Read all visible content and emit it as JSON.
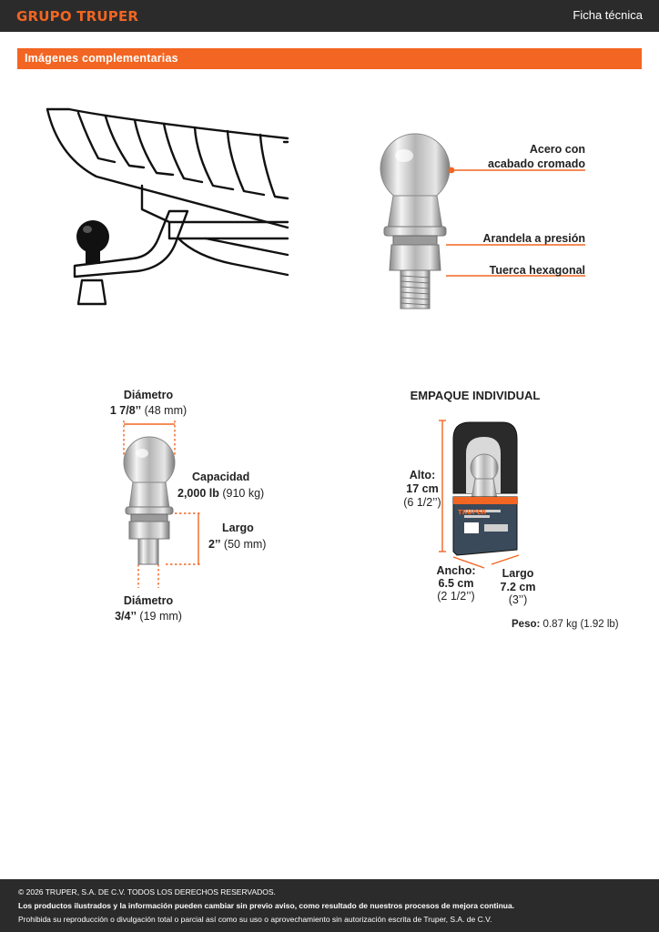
{
  "header": {
    "brand": "GRUPO TRUPER",
    "doc_type": "Ficha técnica"
  },
  "section": {
    "title": "Imágenes complementarias"
  },
  "callouts": {
    "material_line1": "Acero con",
    "material_line2": "acabado cromado",
    "washer": "Arandela a presión",
    "nut": "Tuerca hexagonal"
  },
  "dimensions": {
    "ball_diameter_title": "Diámetro",
    "ball_diameter_value": "1 7/8’’",
    "ball_diameter_metric": "(48 mm)",
    "capacity_title": "Capacidad",
    "capacity_value": "2,000 lb",
    "capacity_metric": "(910 kg)",
    "length_title": "Largo",
    "length_value": "2’’",
    "length_metric": "(50 mm)",
    "shank_diameter_title": "Diámetro",
    "shank_diameter_value": "3/4’’",
    "shank_diameter_metric": "(19 mm)"
  },
  "package": {
    "title": "EMPAQUE INDIVIDUAL",
    "height_title": "Alto:",
    "height_value": "17 cm",
    "height_imperial": "(6 1/2’’)",
    "width_title": "Ancho:",
    "width_value": "6.5 cm",
    "width_imperial": "(2 1/2’’)",
    "length_title": "Largo",
    "length_value": "7.2 cm",
    "length_imperial": "(3’’)",
    "weight_title": "Peso:",
    "weight_value": "0.87 kg (1.92 lb)",
    "box_brand": "TRUPER"
  },
  "footer": {
    "copyright": "© 2026 TRUPER, S.A. DE C.V. TODOS LOS DERECHOS RESERVADOS.",
    "notice": "Los productos ilustrados y la información pueden cambiar sin previo aviso, como resultado de nuestros procesos de mejora continua.",
    "prohibition": "Prohibida su reproducción o divulgación total o parcial así como su uso o aprovechamiento sin autorización escrita de Truper, S.A. de C.V."
  },
  "colors": {
    "accent": "#f26522",
    "bar": "#2b2b2b",
    "chrome": "#c9c9c9"
  }
}
